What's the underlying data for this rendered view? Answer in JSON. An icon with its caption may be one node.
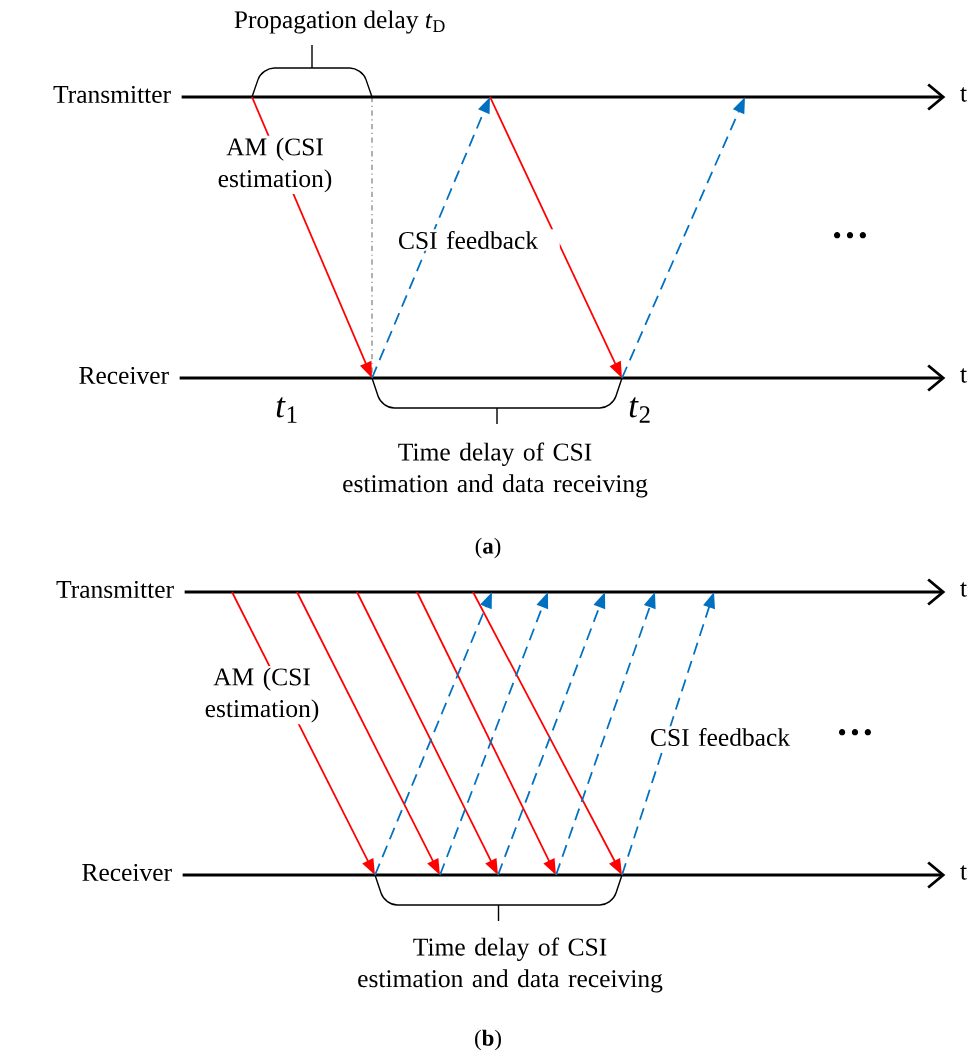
{
  "diagram": {
    "nodes": [
      {
        "text": [
          "Transmitter"
        ],
        "beside": [
          "t"
        ]
      },
      {
        "text": [
          "Receiver"
        ],
        "beside": [
          "t"
        ]
      },
      {
        "text": [
          "Transmitter"
        ],
        "beside": [
          "t"
        ]
      },
      {
        "text": [
          "Receiver"
        ],
        "beside": [
          "t"
        ]
      }
    ],
    "edges": [
      {
        "from": 0,
        "to": 1,
        "arrow": "to",
        "color": "#ff0000",
        "label": "AM (CSI estimation)"
      },
      {
        "from": 1,
        "to": 0,
        "arrow": "to",
        "style": "dashed",
        "color": "#0070c0",
        "label": "CSI feedback"
      },
      {
        "from": 0,
        "to": 1,
        "arrow": "to",
        "color": "#ff0000"
      },
      {
        "from": 1,
        "to": 0,
        "arrow": "to",
        "style": "dashed",
        "color": "#0070c0"
      },
      {
        "from": 2,
        "to": 3,
        "arrow": "to",
        "color": "#ff0000",
        "label": "AM (CSI estimation)"
      },
      {
        "from": 2,
        "to": 3,
        "arrow": "to",
        "color": "#ff0000"
      },
      {
        "from": 2,
        "to": 3,
        "arrow": "to",
        "color": "#ff0000"
      },
      {
        "from": 2,
        "to": 3,
        "arrow": "to",
        "color": "#ff0000"
      },
      {
        "from": 2,
        "to": 3,
        "arrow": "to",
        "color": "#ff0000"
      },
      {
        "from": 3,
        "to": 2,
        "arrow": "to",
        "style": "dashed",
        "color": "#0070c0"
      },
      {
        "from": 3,
        "to": 2,
        "arrow": "to",
        "style": "dashed",
        "color": "#0070c0"
      },
      {
        "from": 3,
        "to": 2,
        "arrow": "to",
        "style": "dashed",
        "color": "#0070c0"
      },
      {
        "from": 3,
        "to": 2,
        "arrow": "to",
        "style": "dashed",
        "color": "#0070c0"
      },
      {
        "from": 3,
        "to": 2,
        "arrow": "to",
        "style": "dashed",
        "color": "#0070c0",
        "label": "CSI feedback"
      }
    ],
    "labels": [
      "Propagation delay *t*$_{D}$",
      "···",
      "*t*$_{1}$",
      "*t*$_{2}$",
      "Time delay of CSI estimation and data receiving",
      "(**a**)",
      "···",
      "Time delay of CSI estimation and data receiving",
      "(**b**)"
    ]
  }
}
